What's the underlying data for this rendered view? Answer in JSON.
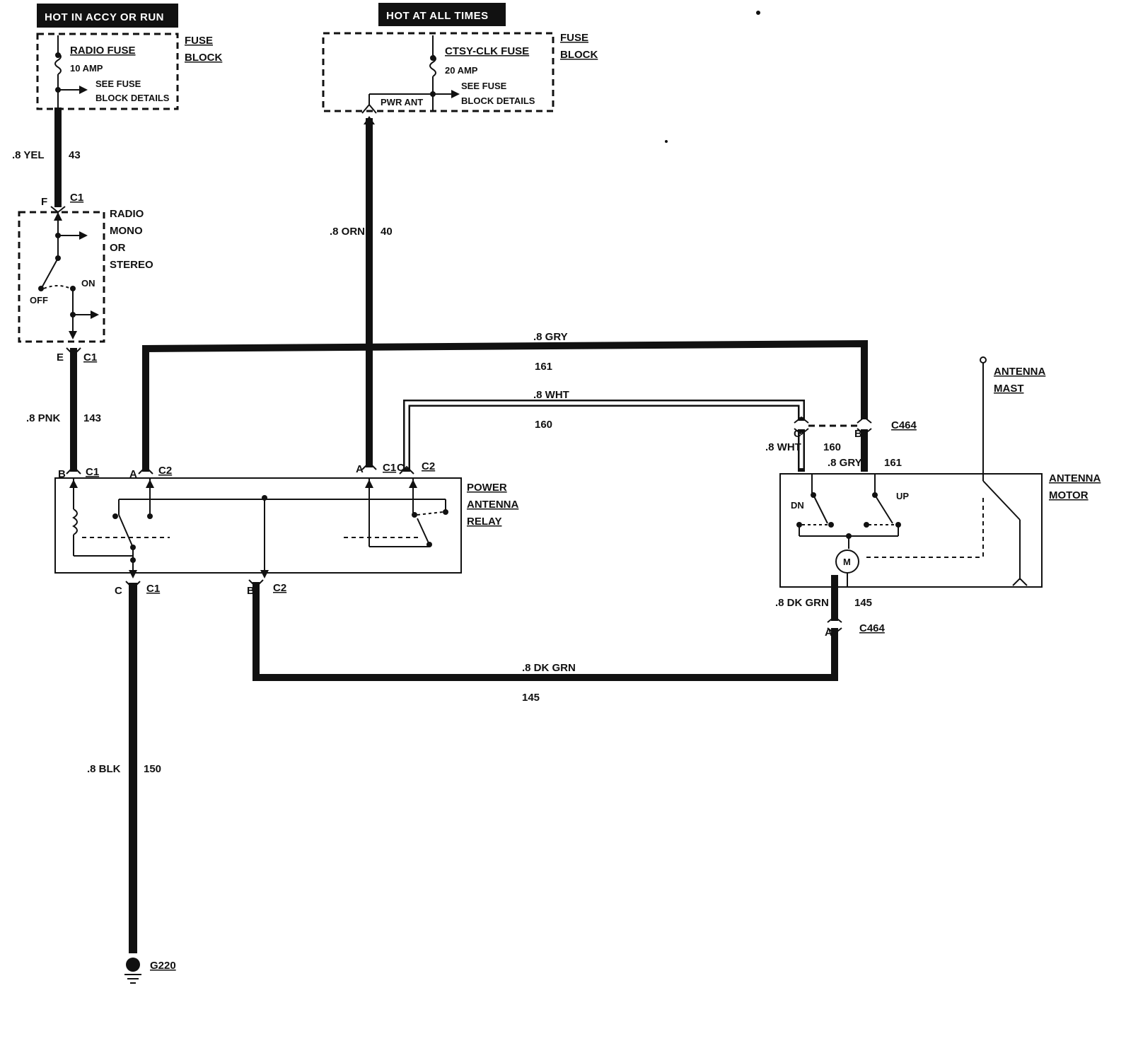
{
  "headers": {
    "left": "HOT IN ACCY OR RUN",
    "center": "HOT AT ALL TIMES"
  },
  "fuse_block_left": {
    "fuse_name": "RADIO FUSE",
    "rating": "10 AMP",
    "see_line1": "SEE FUSE",
    "see_line2": "BLOCK DETAILS",
    "block_label1": "FUSE",
    "block_label2": "BLOCK"
  },
  "fuse_block_center": {
    "fuse_name": "CTSY-CLK FUSE",
    "rating": "20 AMP",
    "see_line1": "SEE FUSE",
    "see_line2": "BLOCK DETAILS",
    "pwr_ant": "PWR ANT",
    "block_label1": "FUSE",
    "block_label2": "BLOCK"
  },
  "radio": {
    "line1": "RADIO",
    "line2": "MONO",
    "line3": "OR",
    "line4": "STEREO",
    "off": "OFF",
    "on": "ON"
  },
  "relay": {
    "line1": "POWER",
    "line2": "ANTENNA",
    "line3": "RELAY"
  },
  "motor": {
    "line1": "ANTENNA",
    "line2": "MOTOR",
    "dn": "DN",
    "up": "UP",
    "m": "M"
  },
  "mast": {
    "line1": "ANTENNA",
    "line2": "MAST"
  },
  "wires": {
    "yel": ".8 YEL",
    "yel_num": "43",
    "pnk": ".8 PNK",
    "pnk_num": "143",
    "orn": ".8 ORN",
    "orn_num": "40",
    "gry": ".8 GRY",
    "gry_num": "161",
    "wht": ".8 WHT",
    "wht_num": "160",
    "wht_short": ".8 WHT",
    "wht_short_num": "160",
    "gry_short": ".8 GRY",
    "gry_short_num": "161",
    "dkgrn_motor": ".8 DK GRN",
    "dkgrn_motor_num": "145",
    "dkgrn": ".8 DK GRN",
    "dkgrn_num": "145",
    "blk": ".8 BLK",
    "blk_num": "150"
  },
  "connectors": {
    "c1": "C1",
    "c2": "C2",
    "c464": "C464",
    "f": "F",
    "e": "E",
    "a": "A",
    "b": "B",
    "c": "C"
  },
  "ground": "G220"
}
